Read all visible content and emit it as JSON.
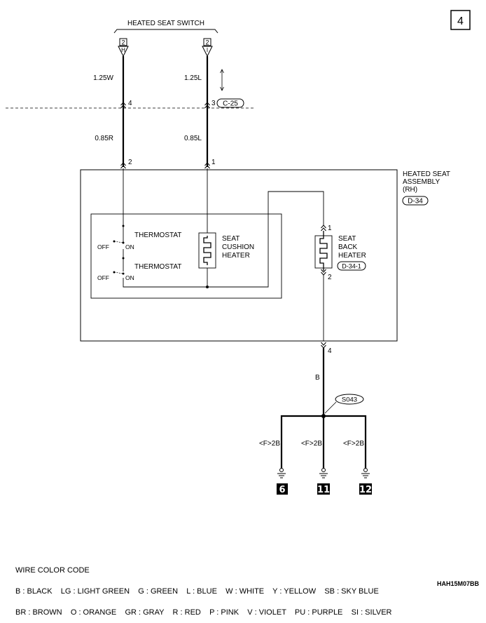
{
  "page_number": "4",
  "switch": {
    "title": "HEATED SEAT SWITCH",
    "left_connector_num": "2",
    "left_connector_letter": "H",
    "right_connector_num": "2",
    "right_connector_letter": "I"
  },
  "wires": {
    "upper_left": "1.25W",
    "upper_right": "1.25L",
    "lower_left": "0.85R",
    "lower_right": "0.85L",
    "ground_main": "B"
  },
  "junction": {
    "left_pin": "4",
    "right_pin": "3",
    "connector": "C-25"
  },
  "assembly": {
    "name_line1": "HEATED SEAT",
    "name_line2": "ASSEMBLY",
    "name_line3": "(RH)",
    "connector": "D-34",
    "pin_left": "2",
    "pin_right": "1",
    "pin_bottom": "4"
  },
  "components": {
    "thermostat_upper": "THERMOSTAT",
    "thermostat_lower": "THERMOSTAT",
    "off_label": "OFF",
    "on_label": "ON",
    "cushion_heater_line1": "SEAT",
    "cushion_heater_line2": "CUSHION",
    "cushion_heater_line3": "HEATER",
    "back_heater_line1": "SEAT",
    "back_heater_line2": "BACK",
    "back_heater_line3": "HEATER",
    "back_heater_connector": "D-34-1",
    "back_heater_pin_top": "1",
    "back_heater_pin_bottom": "2"
  },
  "splice": "S043",
  "grounds": [
    {
      "wire": "<F>2B",
      "number": "6"
    },
    {
      "wire": "<F>2B",
      "number": "11"
    },
    {
      "wire": "<F>2B",
      "number": "12"
    }
  ],
  "legend": {
    "title": "WIRE COLOR CODE",
    "line1": "B : BLACK    LG : LIGHT GREEN    G : GREEN    L : BLUE    W : WHITE    Y : YELLOW    SB : SKY BLUE",
    "line2": "BR : BROWN    O : ORANGE    GR : GRAY    R : RED    P : PINK    V : VIOLET    PU : PURPLE    SI : SILVER"
  },
  "diagram_code": "HAH15M07BB"
}
